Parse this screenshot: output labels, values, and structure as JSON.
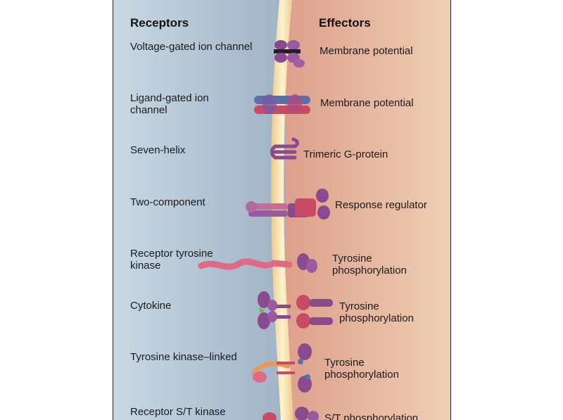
{
  "headers": {
    "receptors": "Receptors",
    "effectors": "Effectors"
  },
  "rows": [
    {
      "receptor": "Voltage-gated ion channel",
      "effector": "Membrane potential"
    },
    {
      "receptor": "Ligand-gated ion\nchannel",
      "effector": "Membrane potential"
    },
    {
      "receptor": "Seven-helix",
      "effector": "Trimeric G-protein"
    },
    {
      "receptor": "Two-component",
      "effector": "Response regulator"
    },
    {
      "receptor": "Receptor tyrosine\nkinase",
      "effector": "Tyrosine\nphosphorylation"
    },
    {
      "receptor": "Cytokine",
      "effector": "Tyrosine\nphosphorylation"
    },
    {
      "receptor": "Tyrosine kinase–linked",
      "effector": "Tyrosine\nphosphorylation"
    },
    {
      "receptor": "Receptor S/T kinase",
      "effector": "S/T phosphorylation"
    }
  ],
  "colors": {
    "outside_bg": "#b9cbd8",
    "inside_bg": "#e7b9a2",
    "membrane": "#f4dca0",
    "purple": "#8a4a8e",
    "blue": "#5d6ea8",
    "red": "#c84a64",
    "pink": "#e06a86",
    "orange": "#e59a5c",
    "green": "#7cb24a"
  }
}
